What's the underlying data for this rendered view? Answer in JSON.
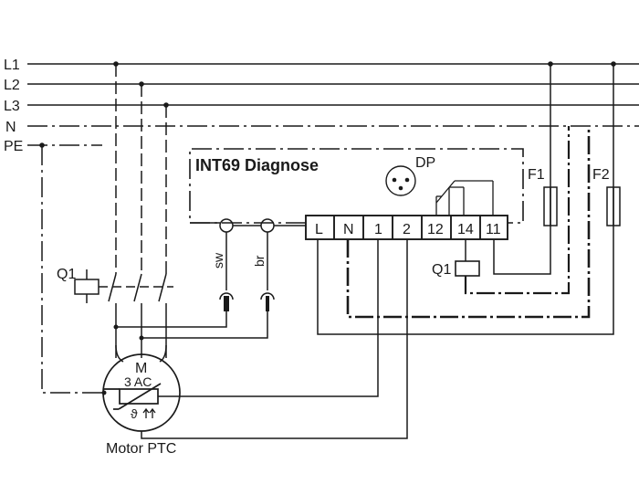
{
  "bus": {
    "l1": "L1",
    "l2": "L2",
    "l3": "L3",
    "n": "N",
    "pe": "PE"
  },
  "device": {
    "title": "INT69 Diagnose",
    "dp_label": "DP",
    "sw_label": "sw",
    "br_label": "br",
    "terminals": [
      "L",
      "N",
      "1",
      "2",
      "12",
      "14",
      "11"
    ]
  },
  "fuses": {
    "f1": "F1",
    "f2": "F2"
  },
  "contactor": {
    "left_label": "Q1",
    "coil_label": "Q1"
  },
  "motor": {
    "m": "M",
    "rating": "3 AC",
    "ptc_symbol": "ϑ",
    "ptc_label": "Motor PTC"
  }
}
